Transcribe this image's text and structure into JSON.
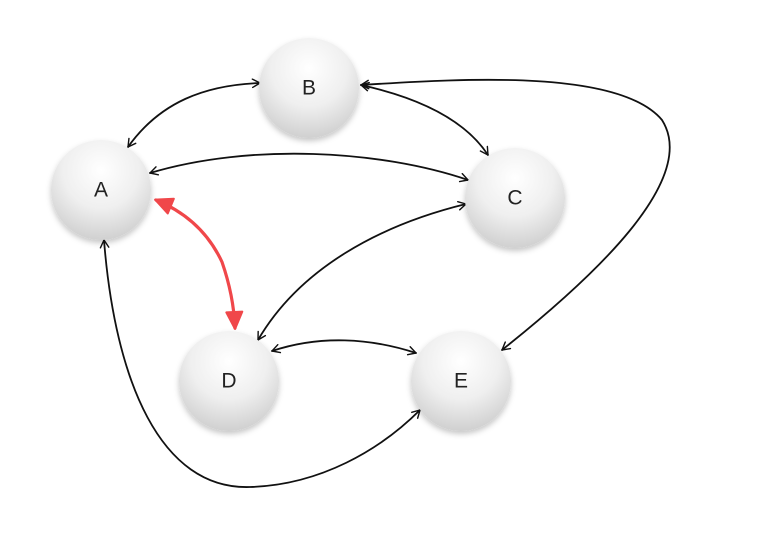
{
  "diagram": {
    "nodes": [
      {
        "id": "A",
        "label": "A"
      },
      {
        "id": "B",
        "label": "B"
      },
      {
        "id": "C",
        "label": "C"
      },
      {
        "id": "D",
        "label": "D"
      },
      {
        "id": "E",
        "label": "E"
      }
    ],
    "edges": [
      {
        "id": "A-B",
        "from": "A",
        "to": "B",
        "direction": "both",
        "highlight": false
      },
      {
        "id": "A-C",
        "from": "A",
        "to": "C",
        "direction": "both",
        "highlight": false
      },
      {
        "id": "B-C",
        "from": "B",
        "to": "C",
        "direction": "both",
        "highlight": false
      },
      {
        "id": "B-E",
        "from": "B",
        "to": "E",
        "direction": "both",
        "highlight": false
      },
      {
        "id": "C-D",
        "from": "C",
        "to": "D",
        "direction": "both",
        "highlight": false
      },
      {
        "id": "D-E",
        "from": "D",
        "to": "E",
        "direction": "both",
        "highlight": false
      },
      {
        "id": "A-E",
        "from": "A",
        "to": "E",
        "direction": "both",
        "highlight": false
      },
      {
        "id": "A-D",
        "from": "A",
        "to": "D",
        "direction": "both",
        "highlight": true
      }
    ],
    "colors": {
      "edge": "#111111",
      "highlight": "#f0474a",
      "node_light": "#ffffff",
      "node_mid": "#ececec",
      "node_dark": "#cfcfcf",
      "label": "#222222"
    }
  }
}
